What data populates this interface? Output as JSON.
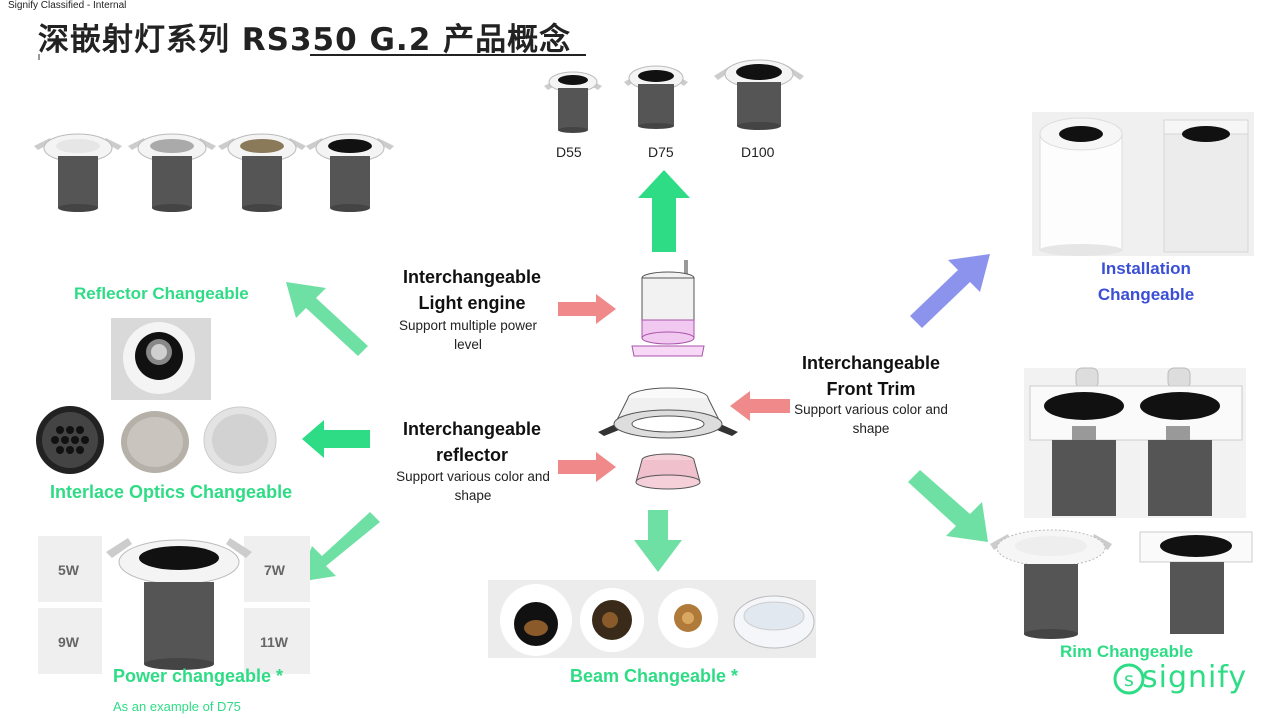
{
  "header": {
    "classification": "Signify Classified - Internal",
    "title": "深嵌射灯系列 RS350 G.2 产品概念"
  },
  "sizes": {
    "labels": [
      "D55",
      "D75",
      "D100"
    ]
  },
  "reflector": {
    "label": "Reflector Changeable"
  },
  "optics": {
    "label": "Interlace Optics Changeable"
  },
  "power": {
    "label": "Power changeable *",
    "note": "As an example of D75",
    "watts": [
      "5W",
      "7W",
      "9W",
      "11W"
    ]
  },
  "beam": {
    "label": "Beam Changeable *"
  },
  "installation": {
    "label_line1": "Installation",
    "label_line2": "Changeable"
  },
  "rim": {
    "label": "Rim Changeable"
  },
  "center": {
    "light_engine": {
      "title_line1": "Interchangeable",
      "title_line2": "Light engine",
      "desc_line1": "Support multiple power",
      "desc_line2": "level"
    },
    "reflector": {
      "title_line1": "Interchangeable",
      "title_line2": "reflector",
      "desc_line1": "Support various color and",
      "desc_line2": "shape"
    },
    "front_trim": {
      "title_line1": "Interchangeable",
      "title_line2": "Front Trim",
      "desc_line1": "Support various color and",
      "desc_line2": "shape"
    }
  },
  "brand": {
    "logo_text": "signify"
  },
  "colors": {
    "accent_green": "#2fdc86",
    "arrow_green": "#6ee0a4",
    "arrow_pink": "#f08a8a",
    "arrow_blue": "#8b93ec",
    "label_blue": "#3b4fd6"
  }
}
